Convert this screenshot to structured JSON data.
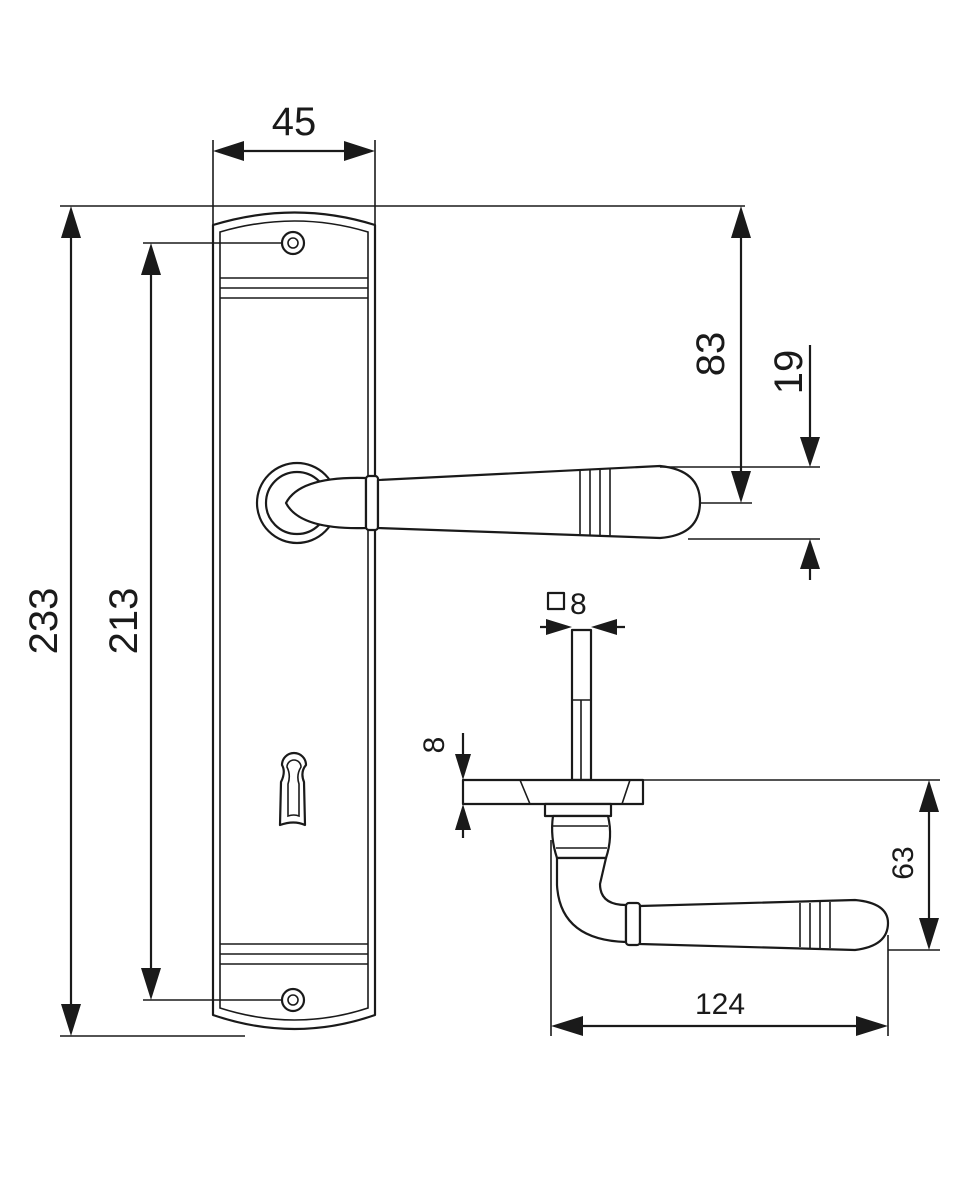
{
  "dimensions": {
    "backplate_width": "45",
    "total_height": "233",
    "screw_spacing": "213",
    "handle_height_from_top": "83",
    "handle_thickness": "19",
    "spindle_square": "8",
    "plate_thickness": "8",
    "handle_projection": "63",
    "handle_length": "124"
  },
  "symbols": {
    "square_symbol": "□"
  }
}
